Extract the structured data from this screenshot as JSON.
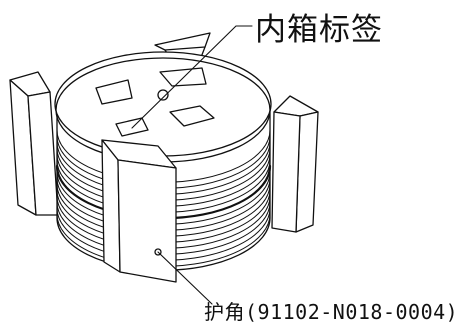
{
  "labels": {
    "inner_box_label": "内箱标签",
    "corner_protector": "护角(91102-N018-0004)"
  },
  "icons": [
    "reel-stack",
    "corner-protector",
    "leader-line"
  ],
  "colors": {
    "stroke": "#111111",
    "background": "#ffffff"
  }
}
